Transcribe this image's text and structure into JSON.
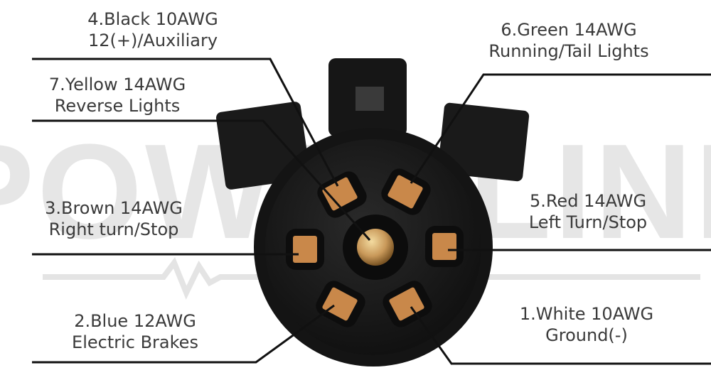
{
  "watermark": "POWERLINK",
  "pins": [
    {
      "id": "4",
      "line1": "4.Black 10AWG",
      "line2": "12(+)/Auxiliary"
    },
    {
      "id": "6",
      "line1": "6.Green 14AWG",
      "line2": "Running/Tail Lights"
    },
    {
      "id": "7",
      "line1": "7.Yellow 14AWG",
      "line2": "Reverse Lights"
    },
    {
      "id": "3",
      "line1": "3.Brown 14AWG",
      "line2": "Right turn/Stop"
    },
    {
      "id": "5",
      "line1": "5.Red 14AWG",
      "line2": "Left Turn/Stop"
    },
    {
      "id": "2",
      "line1": "2.Blue 12AWG",
      "line2": "Electric Brakes"
    },
    {
      "id": "1",
      "line1": "1.White  10AWG",
      "line2": "Ground(-)"
    }
  ],
  "colors": {
    "line": "#111111",
    "plug": "#1c1c1c",
    "contact": "#c9884a",
    "center_pin": "#d9b070",
    "watermark": "#e6e6e6"
  }
}
